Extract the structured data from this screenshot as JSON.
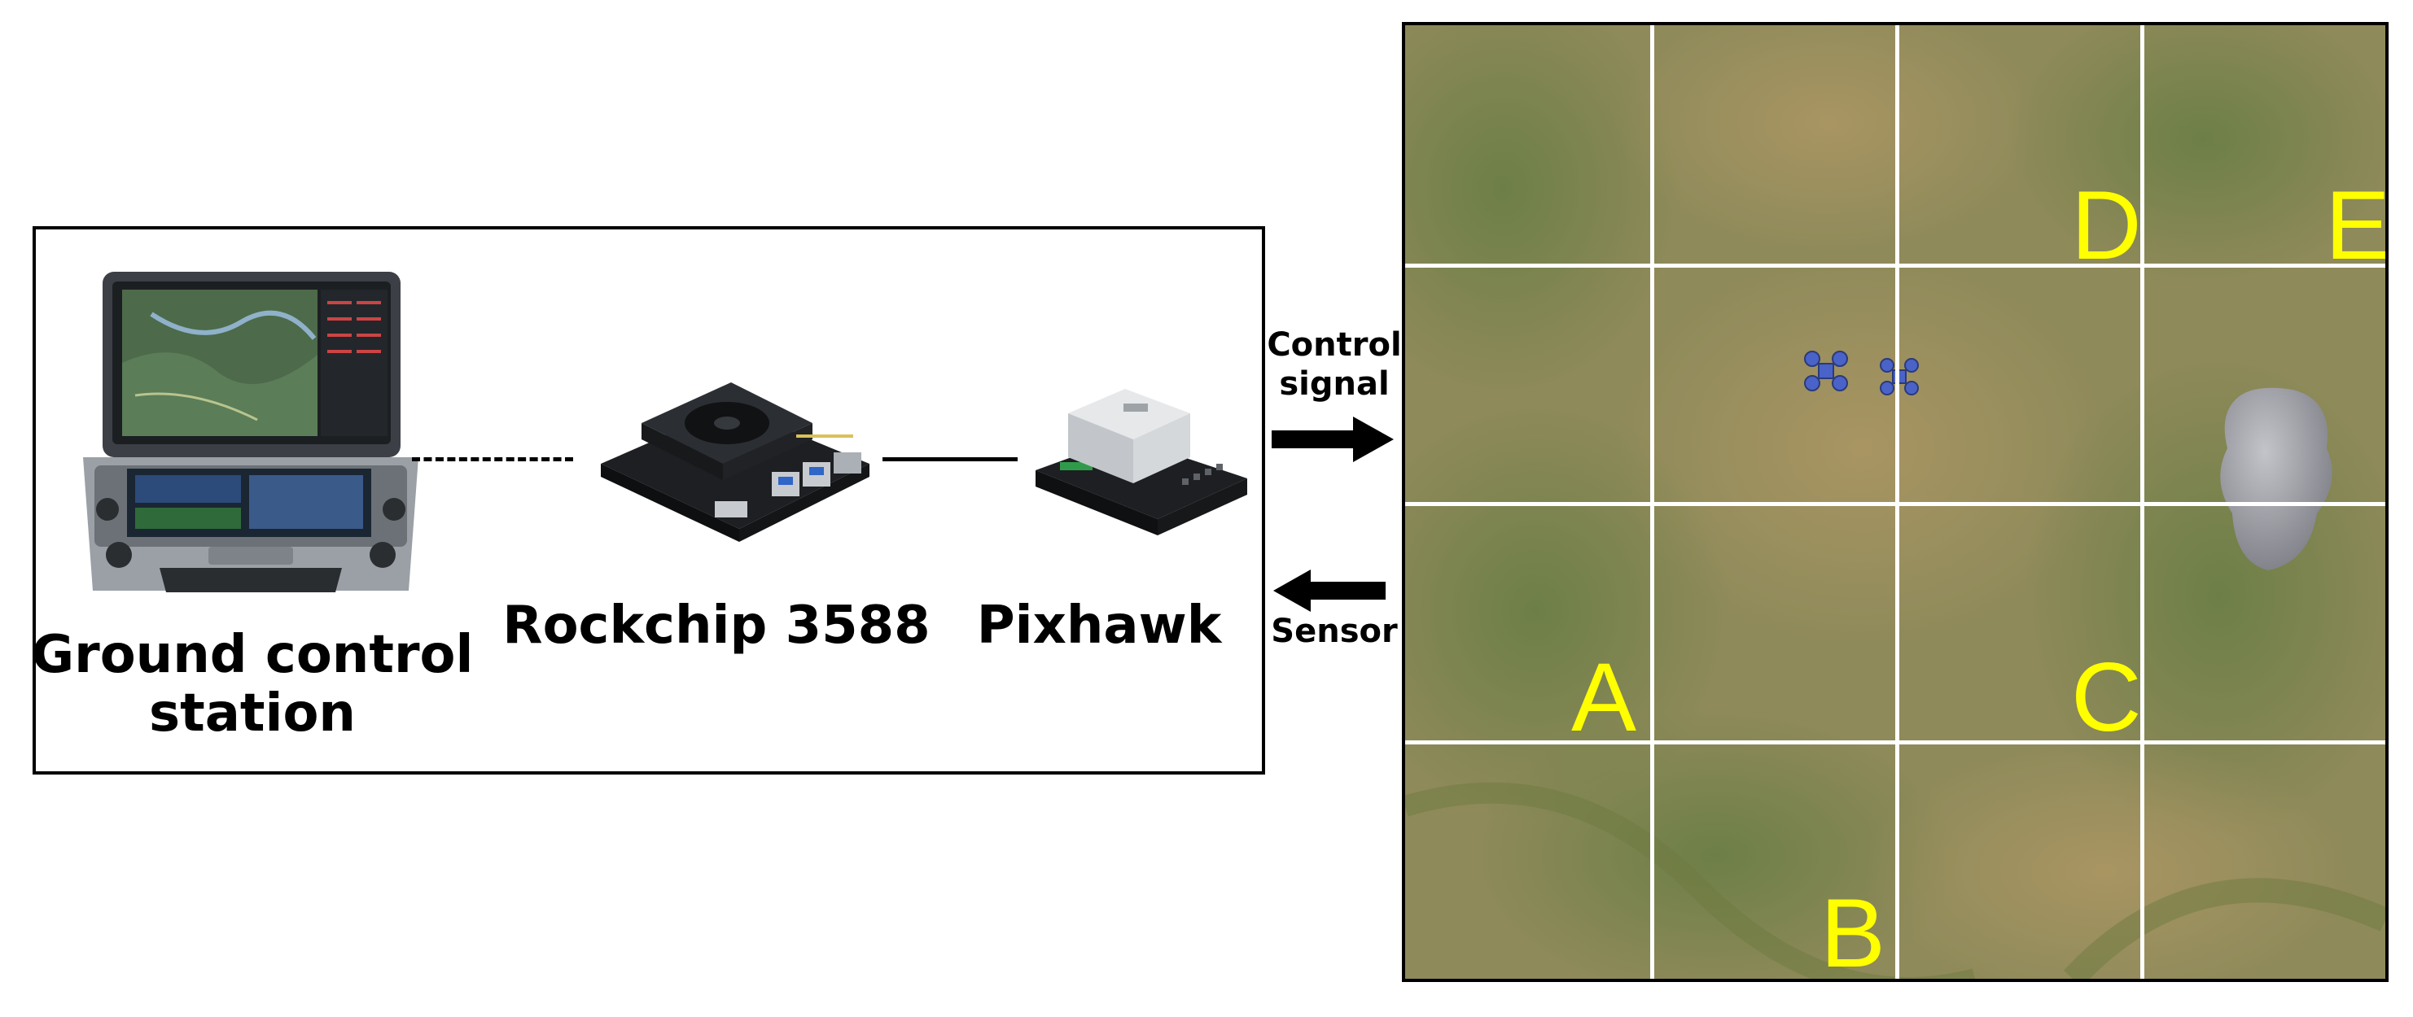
{
  "components": {
    "ground_control_station": "Ground control\nstation",
    "rockchip": "Rockchip 3588",
    "pixhawk": "Pixhawk"
  },
  "signals": {
    "control": "Control\nsignal",
    "sensor": "Sensor"
  },
  "map": {
    "zones": [
      "A",
      "B",
      "C",
      "D",
      "E"
    ],
    "grid": {
      "rows": 4,
      "cols": 4
    },
    "line_color": "#ffffff",
    "letter_color": "#ffff00"
  },
  "colors": {
    "ground": "#8f8a5a",
    "drone": "#4a63c8",
    "rock": "#9a9aa2"
  }
}
